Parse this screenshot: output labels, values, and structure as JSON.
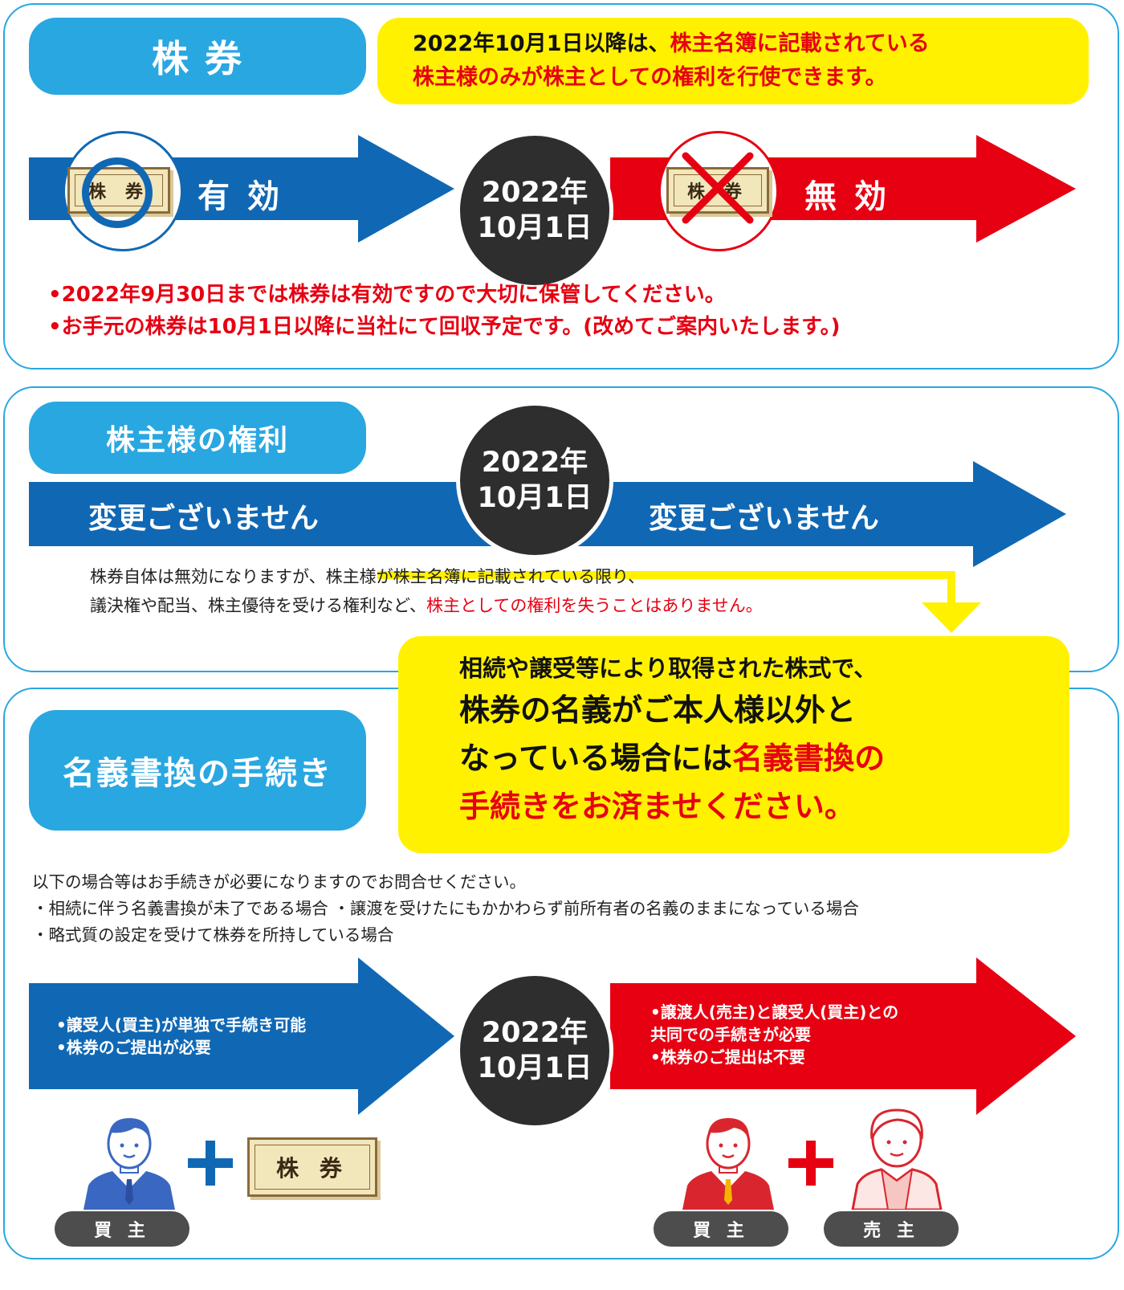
{
  "section1": {
    "title": "株 券",
    "notice_black": "2022年10月1日以降は、",
    "notice_red": "株主名簿に記載されている",
    "notice_red2": "株主様のみが株主としての権利を行使できます。",
    "date_line1": "2022年",
    "date_line2": "10月1日",
    "before_label": "有 効",
    "after_label": "無 効",
    "cert_label": "株 券",
    "bullets": [
      "•2022年9月30日までは株券は有効ですので大切に保管してください。",
      "•お手元の株券は10月1日以降に当社にて回収予定です。(改めてご案内いたします。)"
    ]
  },
  "section2": {
    "title": "株主様の権利",
    "date_line1": "2022年",
    "date_line2": "10月1日",
    "before_label": "変更ございません",
    "after_label": "変更ございません",
    "note1_a": "株券自体は無効になりますが、",
    "note1_b": "株主様が株主名簿に記載されている限り、",
    "note2_a": "議決権や配当、株主優待を受ける権利など、",
    "note2_b": "株主としての権利を失うことはありません。"
  },
  "callout": {
    "line1": "相続や譲受等により取得された株式で、",
    "line2": "株券の名義がご本人様以外と",
    "line3_black": "なっている場合には",
    "line3_red": "名義書換の",
    "line4_red": "手続きをお済ませください。"
  },
  "section3": {
    "title": "名義書換の手続き",
    "intro": "以下の場合等はお手続きが必要になりますのでお問合せください。",
    "case_line1": "・相続に伴う名義書換が未了である場合 ・譲渡を受けたにもかかわらず前所有者の名義のままになっている場合",
    "case_line2": "・略式質の設定を受けて株券を所持している場合",
    "date_line1": "2022年",
    "date_line2": "10月1日",
    "before_items": [
      "•譲受人(買主)が単独で手続き可能",
      "•株券のご提出が必要"
    ],
    "after_items": [
      "•譲渡人(売主)と譲受人(買主)との",
      "共同での手続きが必要",
      "•株券のご提出は不要"
    ],
    "cert_label": "株 券",
    "plus": "+",
    "buyer_label": "買 主",
    "buyer_label_right": "買 主",
    "seller_label": "売 主"
  },
  "colors": {
    "accent_blue": "#29a7e1",
    "arrow_blue": "#1068b4",
    "arrow_red": "#e60012",
    "highlight_yellow": "#fff100",
    "date_dark": "#2e2e2e"
  },
  "icons": [
    "circle-ok-icon",
    "cross-icon",
    "stock-certificate-icon",
    "buyer-person-icon",
    "seller-person-icon",
    "plus-icon",
    "down-arrow-icon"
  ]
}
